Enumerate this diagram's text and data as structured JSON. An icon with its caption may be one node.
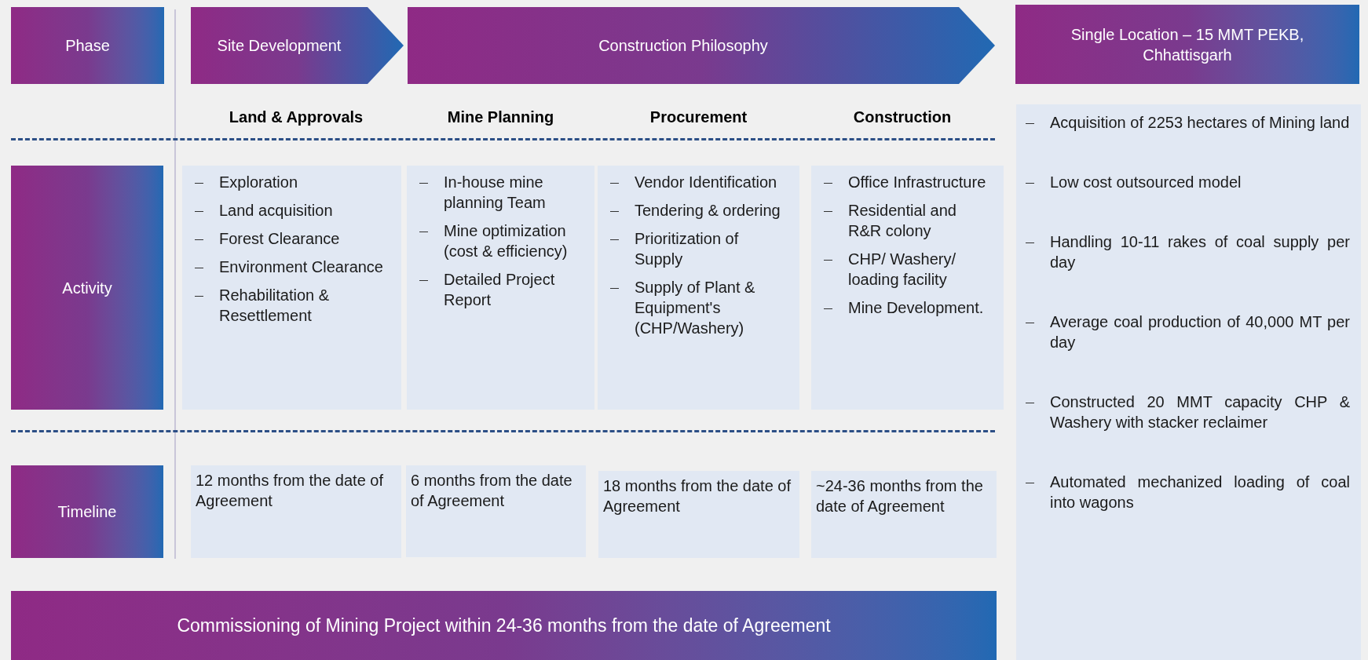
{
  "diagram": {
    "nodes": [
      {
        "text": [
          "Phase"
        ]
      },
      {
        "text": [
          "Site Development"
        ]
      },
      {
        "text": [
          "Construction Philosophy"
        ]
      },
      {
        "text": [
          "Single Location – 15 MMT PEKB, Chhattisgarh"
        ]
      },
      {
        "text": [
          "Activity"
        ]
      },
      {
        "text": [
          "Exploration",
          "Land acquisition",
          "Forest Clearance",
          "Environment Clearance",
          "Rehabilitation & Resettlement"
        ]
      },
      {
        "text": [
          "In-house mine planning Team",
          "Mine optimization (cost & efficiency)",
          "Detailed Project Report"
        ]
      },
      {
        "text": [
          "Vendor Identification",
          "Tendering & ordering",
          "Prioritization of Supply",
          "Supply of Plant & Equipment's (CHP/Washery)"
        ]
      },
      {
        "text": [
          "Office Infrastructure",
          "Residential and R&R colony",
          "CHP/ Washery/ loading facility",
          "Mine Development."
        ]
      },
      {
        "text": [
          "Timeline"
        ]
      },
      {
        "text": [
          "12 months from the date of Agreement"
        ]
      },
      {
        "text": [
          "6 months from the date of Agreement"
        ]
      },
      {
        "text": [
          "18 months from the date of Agreement"
        ]
      },
      {
        "text": [
          "~24-36 months from the date of Agreement"
        ]
      },
      {
        "text": [
          "Commissioning of Mining Project within 24-36 months from the date of Agreement"
        ]
      },
      {
        "text": [
          "Acquisition of 2253 hectares of Mining land",
          "Low cost outsourced model",
          "Handling 10-11 rakes of coal supply per day",
          "Average coal production of 40,000 MT per day",
          "Constructed 20 MMT capacity CHP & Washery with stacker reclaimer",
          "Automated mechanized loading of coal into wagons"
        ]
      }
    ],
    "labels": [
      "Land & Approvals",
      "Mine Planning",
      "Procurement",
      "Construction"
    ]
  }
}
